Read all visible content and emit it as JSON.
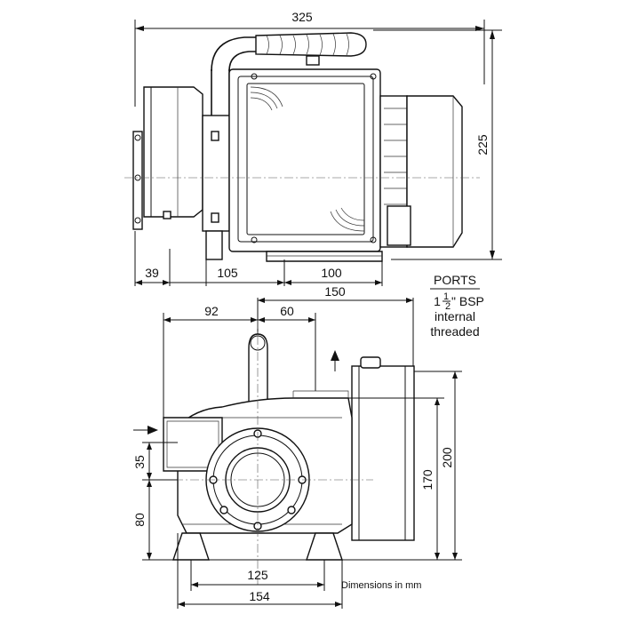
{
  "dimensions": {
    "overall_length": "325",
    "height_side": "225",
    "flange_depth": "39",
    "pump_to_motor": "105",
    "motor_feet": "100",
    "box_offset": "150",
    "inlet_offset": "92",
    "center_to_handle": "60",
    "port_height": "35",
    "shaft_height": "80",
    "box_height": "170",
    "overall_height": "200",
    "feet_spacing": "125",
    "overall_width": "154"
  },
  "ports_note": {
    "title": "PORTS",
    "size_whole": "1",
    "size_num": "1",
    "size_den": "2",
    "thread_type": "\" BSP",
    "line2": "internal",
    "line3": "threaded"
  },
  "units_note": "Dimensions in mm"
}
